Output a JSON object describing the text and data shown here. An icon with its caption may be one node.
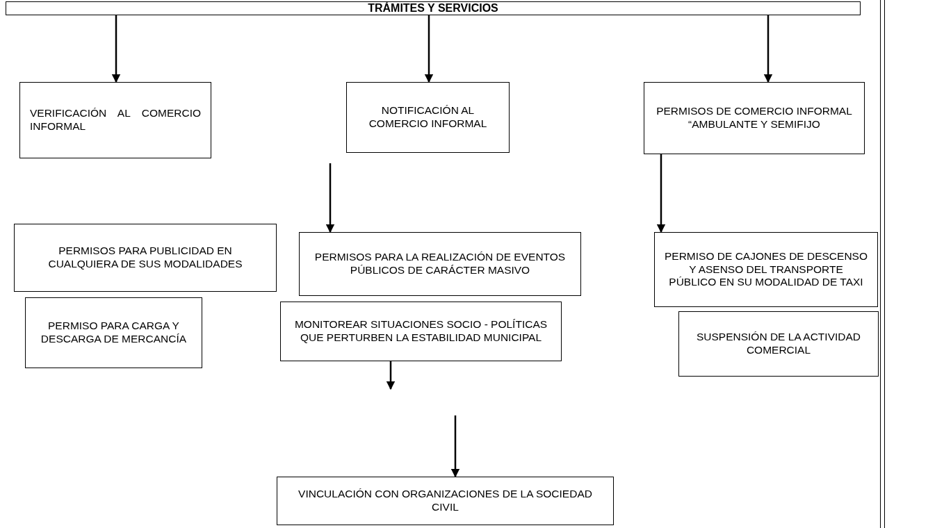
{
  "diagram": {
    "nodes": [
      {
        "text": [
          "TRÁMITES Y SERVICIOS"
        ]
      },
      {
        "text": [
          "VERIFICACIÓN AL COMERCIO INFORMAL"
        ]
      },
      {
        "text": [
          "NOTIFICACIÓN AL COMERCIO INFORMAL"
        ]
      },
      {
        "text": [
          "PERMISOS DE COMERCIO INFORMAL “AMBULANTE Y SEMIFIJO"
        ]
      },
      {
        "text": [
          "PERMISOS PARA PUBLICIDAD EN CUALQUIERA DE SUS MODALIDADES"
        ]
      },
      {
        "text": [
          "PERMISO PARA CARGA Y DESCARGA DE MERCANCÍA"
        ]
      },
      {
        "text": [
          "PERMISOS PARA LA REALIZACIÓN DE EVENTOS PÚBLICOS DE CARÁCTER MASIVO"
        ]
      },
      {
        "text": [
          "MONITOREAR SITUACIONES SOCIO - POLÍTICAS QUE PERTURBEN LA ESTABILIDAD MUNICIPAL"
        ]
      },
      {
        "text": [
          "PERMISO DE CAJONES DE DESCENSO Y ASENSO DEL TRANSPORTE PÚBLICO EN SU MODALIDAD DE TAXI"
        ]
      },
      {
        "text": [
          "SUSPENSIÓN DE LA ACTIVIDAD COMERCIAL"
        ]
      },
      {
        "text": [
          "VINCULACIÓN CON ORGANIZACIONES DE LA SOCIEDAD CIVIL"
        ]
      }
    ],
    "edges": [
      {
        "from": 0,
        "to": 1,
        "arrow": "to"
      },
      {
        "from": 0,
        "to": 2,
        "arrow": "to"
      },
      {
        "from": 0,
        "to": 3,
        "arrow": "to"
      },
      {
        "from": null,
        "to": 6,
        "arrow": "to"
      },
      {
        "from": 3,
        "to": 8,
        "arrow": "to"
      },
      {
        "from": 7,
        "to": null,
        "arrow": "to"
      },
      {
        "from": null,
        "to": 10,
        "arrow": "to"
      }
    ]
  }
}
